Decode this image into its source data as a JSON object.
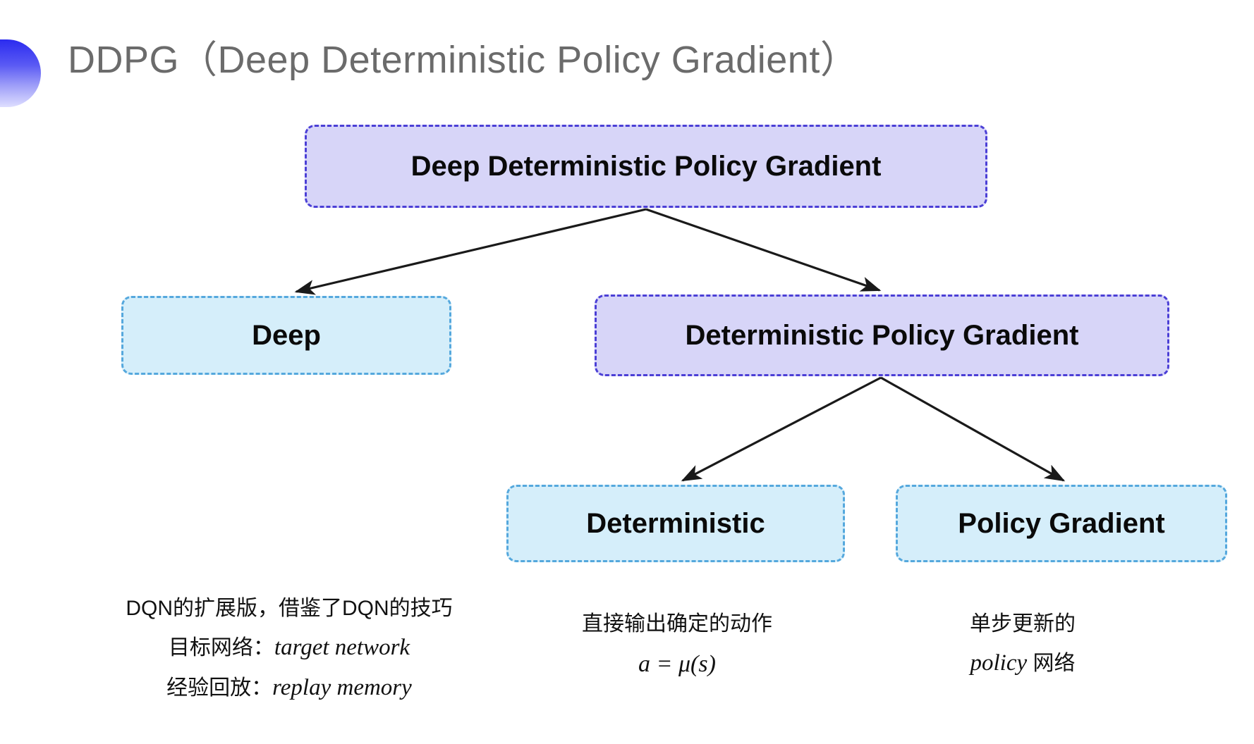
{
  "slide": {
    "title": "DDPG（Deep Deterministic Policy Gradient）",
    "bullet_icon": "half-circle-gradient-icon",
    "background_color": "#ffffff",
    "title_color": "#6b6b6b"
  },
  "colors": {
    "purple_fill": "#d7d5f8",
    "purple_border": "#4b3fd6",
    "cyan_fill": "#d5eefa",
    "cyan_border": "#55a8dd",
    "arrow": "#1a1a1a",
    "text": "#111111"
  },
  "diagram": {
    "type": "tree",
    "nodes": [
      {
        "id": "root",
        "label": "Deep Deterministic Policy Gradient",
        "style": "purple",
        "level": 0
      },
      {
        "id": "deep",
        "label": "Deep",
        "style": "cyan",
        "level": 1
      },
      {
        "id": "dpg",
        "label": "Deterministic Policy Gradient",
        "style": "purple",
        "level": 1
      },
      {
        "id": "det",
        "label": "Deterministic",
        "style": "cyan",
        "level": 2
      },
      {
        "id": "pg",
        "label": "Policy Gradient",
        "style": "cyan",
        "level": 2
      }
    ],
    "edges": [
      {
        "from": "root",
        "to": "deep"
      },
      {
        "from": "root",
        "to": "dpg"
      },
      {
        "from": "dpg",
        "to": "det"
      },
      {
        "from": "dpg",
        "to": "pg"
      }
    ]
  },
  "annotations": {
    "deep": {
      "line1": "DQN的扩展版，借鉴了DQN的技巧",
      "line2_label": "目标网络：",
      "line2_term": "target network",
      "line3_label": "经验回放：",
      "line3_term": "replay memory"
    },
    "deterministic": {
      "line1": "直接输出确定的动作",
      "formula": "a = μ(s)"
    },
    "policy_gradient": {
      "line1": "单步更新的",
      "line2_term": "policy",
      "line2_suffix": " 网络"
    }
  }
}
